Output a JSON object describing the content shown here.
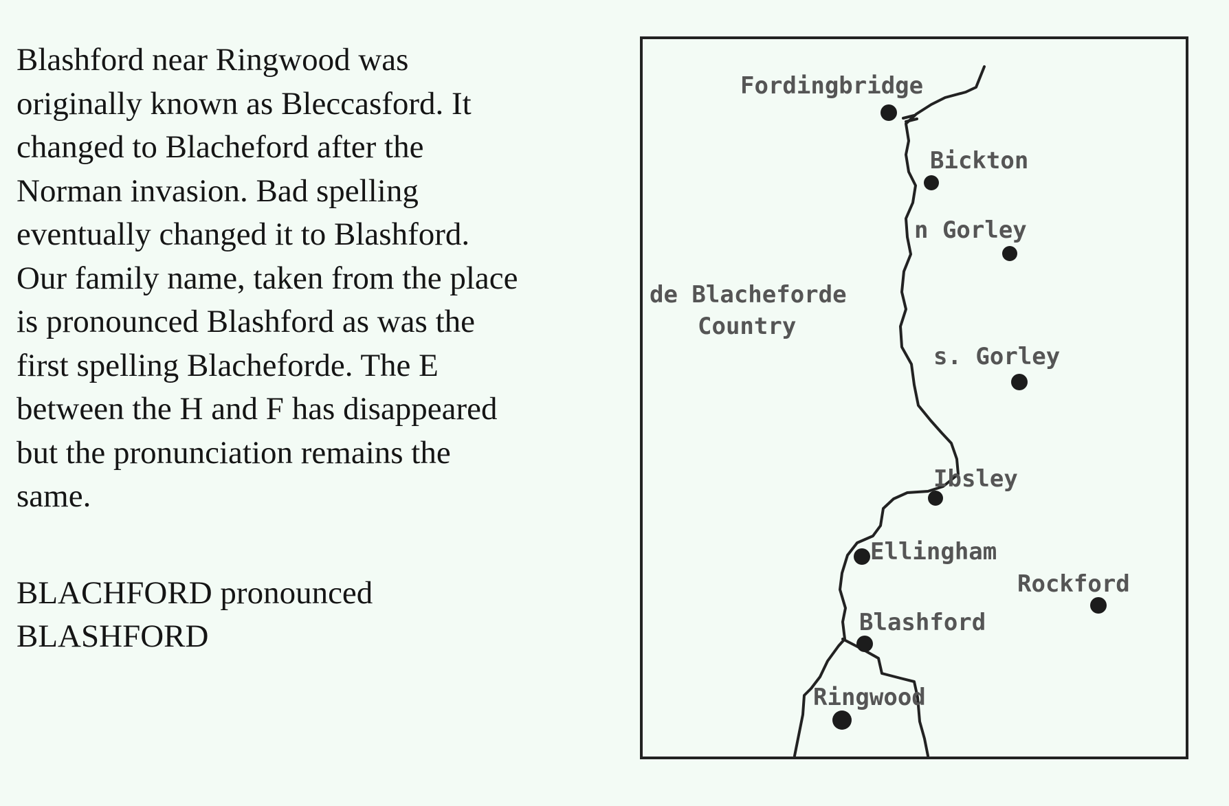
{
  "description": {
    "lines": [
      "Blashford near Ringwood was",
      "originally known as Bleccasford. It",
      "changed to Blacheford after the",
      "Norman invasion. Bad spelling",
      "eventually changed it to Blashford.",
      "Our family name, taken from the place",
      "is pronounced Blashford as was the",
      "first spelling Blacheforde. The E",
      "between the H and F has disappeared",
      "but the pronunciation remains the",
      "same."
    ],
    "note_lines": [
      "BLACHFORD pronounced",
      "BLASHFORD"
    ]
  },
  "map": {
    "region_label_line1": "de Blacheforde",
    "region_label_line2": "Country",
    "places": [
      {
        "name": "Fordingbridge"
      },
      {
        "name": "Bickton"
      },
      {
        "name": "n Gorley"
      },
      {
        "name": "s. Gorley"
      },
      {
        "name": "Ibsley"
      },
      {
        "name": "Ellingham"
      },
      {
        "name": "Rockford"
      },
      {
        "name": "Blashford"
      },
      {
        "name": "Ringwood"
      }
    ]
  }
}
